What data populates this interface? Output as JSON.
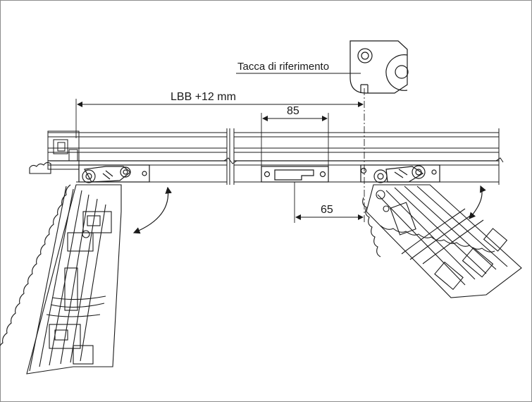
{
  "labels": {
    "reference_notch": "Tacca di riferimento",
    "lbb": "LBB  +12 mm",
    "dim_85": "85",
    "dim_65": "65"
  },
  "colors": {
    "line": "#1a1a1a",
    "frame_border": "#8c8c8c",
    "background": "#ffffff"
  }
}
